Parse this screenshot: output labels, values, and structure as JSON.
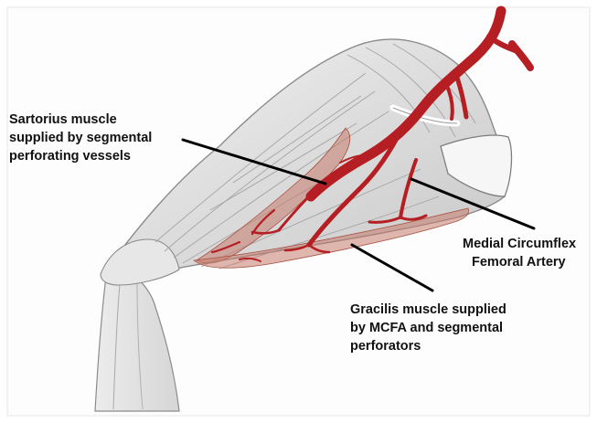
{
  "labels": {
    "sartorius": {
      "lines": [
        "Sartorius muscle",
        "supplied by segmental",
        "perforating vessels"
      ]
    },
    "mcfa": {
      "lines": [
        "Medial Circumflex",
        "Femoral Artery"
      ]
    },
    "gracilis": {
      "lines": [
        "Gracilis muscle supplied",
        "by MCFA and segmental",
        "perforators"
      ]
    }
  },
  "colors": {
    "background": "#ffffff",
    "muscle_shading": "#9a9a9a",
    "artery": "#b51e22",
    "leader_line": "#000000",
    "text": "#111111"
  }
}
